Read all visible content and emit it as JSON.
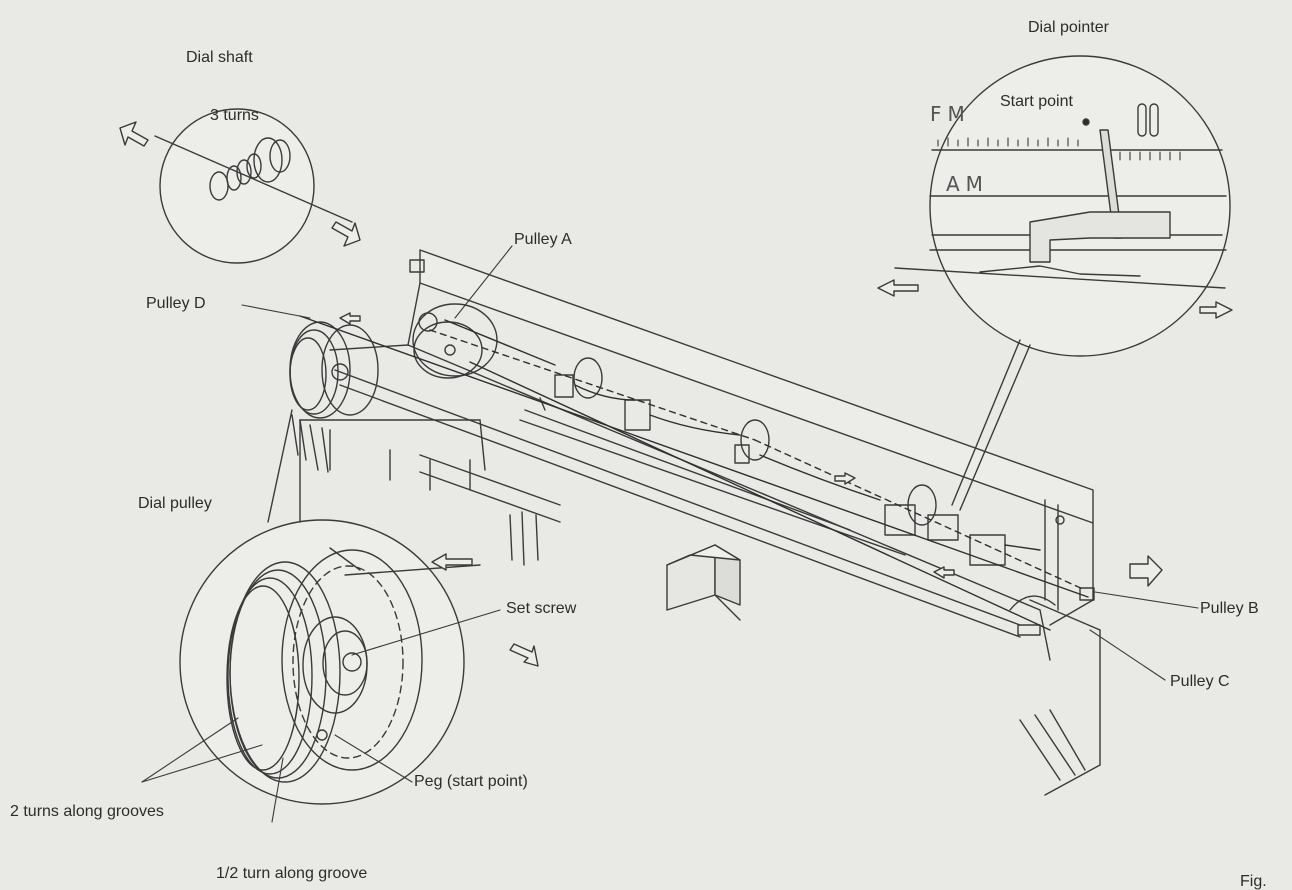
{
  "labels": {
    "dial_shaft": "Dial shaft",
    "three_turns": "3 turns",
    "dial_pointer": "Dial pointer",
    "start_point": "Start point",
    "fm": "FM",
    "am": "AM",
    "pulley_a": "Pulley A",
    "pulley_d": "Pulley D",
    "pulley_b": "Pulley B",
    "pulley_c": "Pulley C",
    "dial_pulley": "Dial pulley",
    "set_screw": "Set screw",
    "peg": "Peg (start point)",
    "two_turns": "2 turns along grooves",
    "half_turn": "1/2 turn along groove",
    "fig": "Fig."
  },
  "colors": {
    "paper": "#e9e9e6",
    "ink": "#2c2c2c",
    "line": "#3a3a3a"
  }
}
